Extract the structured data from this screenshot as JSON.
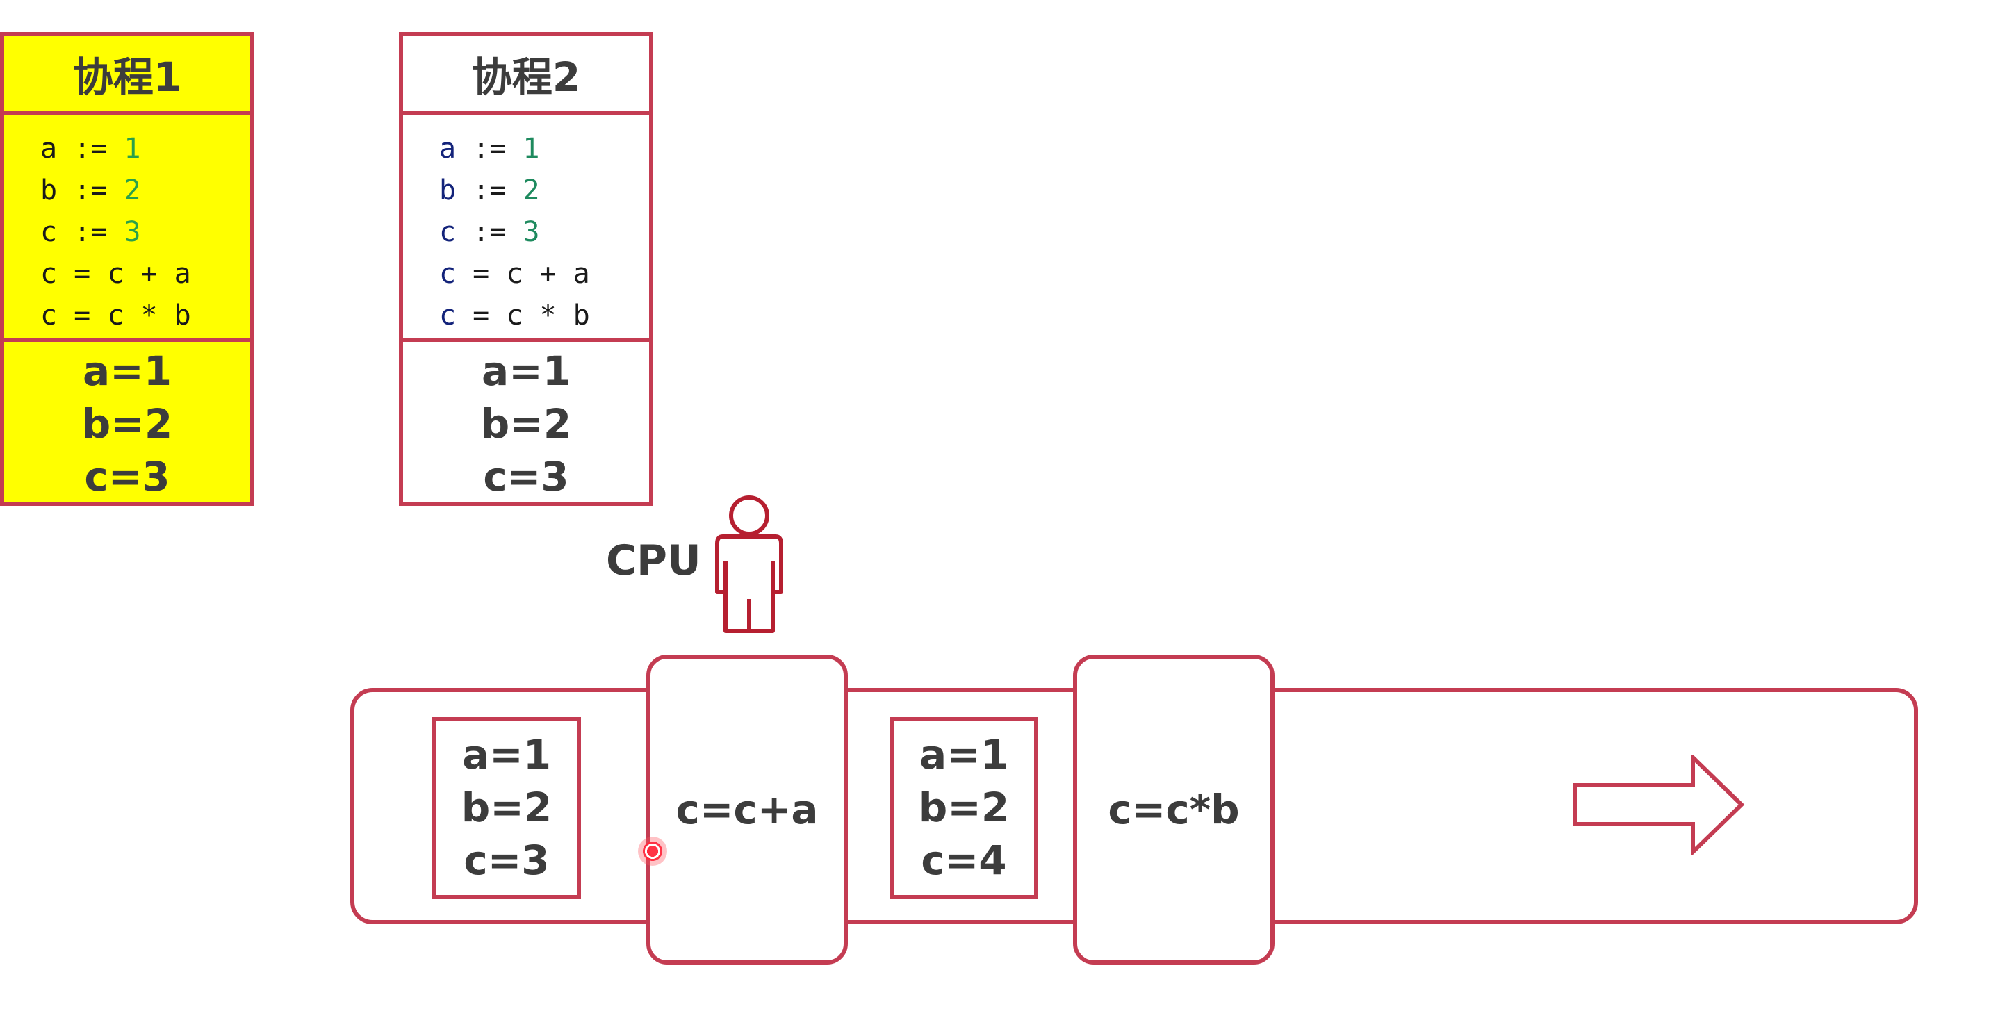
{
  "coroutines": [
    {
      "title": "协程1",
      "active": true,
      "code": [
        {
          "var": "a",
          "op": " := ",
          "val": "1"
        },
        {
          "var": "b",
          "op": " := ",
          "val": "2"
        },
        {
          "var": "c",
          "op": " := ",
          "val": "3"
        },
        {
          "var": "c",
          "op": " = c + a",
          "val": ""
        },
        {
          "var": "c",
          "op": " = c * b",
          "val": ""
        }
      ],
      "values": [
        "a=1",
        "b=2",
        "c=3"
      ]
    },
    {
      "title": "协程2",
      "active": false,
      "code": [
        {
          "var": "a",
          "op": " := ",
          "val": "1"
        },
        {
          "var": "b",
          "op": " := ",
          "val": "2"
        },
        {
          "var": "c",
          "op": " := ",
          "val": "3"
        },
        {
          "var": "c",
          "op": " = c + a",
          "val": ""
        },
        {
          "var": "c",
          "op": " = c * b",
          "val": ""
        }
      ],
      "values": [
        "a=1",
        "b=2",
        "c=3"
      ]
    }
  ],
  "cpu": {
    "label": "CPU",
    "icon": "person-icon"
  },
  "timeline": {
    "snapshots": [
      [
        "a=1",
        "b=2",
        "c=3"
      ],
      [
        "a=1",
        "b=2",
        "c=4"
      ]
    ],
    "operations": [
      "c=c+a",
      "c=c*b"
    ],
    "direction_icon": "arrow-right-icon"
  },
  "colors": {
    "border": "#c43c52",
    "active_fill": "#ffff00",
    "text": "#3c3c3c"
  }
}
